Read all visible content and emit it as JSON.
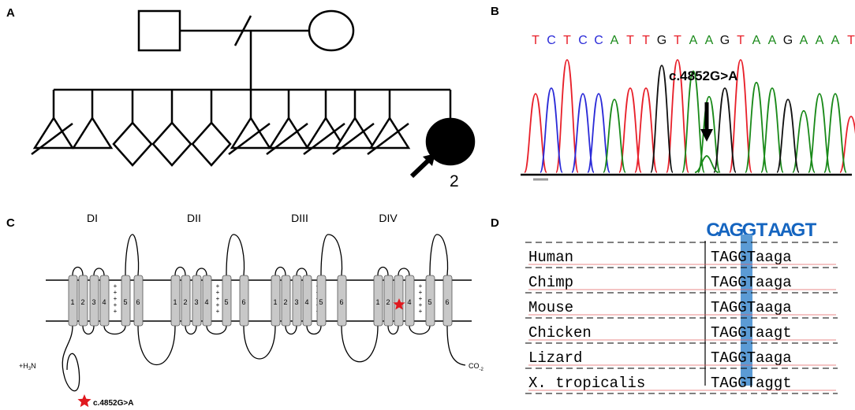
{
  "panels": {
    "a": "A",
    "b": "B",
    "c": "C",
    "d": "D"
  },
  "pedigree": {
    "proband_label": "2"
  },
  "sequencing": {
    "bases": [
      {
        "b": "T",
        "c": "#e8202a"
      },
      {
        "b": "C",
        "c": "#2b2bd8"
      },
      {
        "b": "T",
        "c": "#e8202a"
      },
      {
        "b": "C",
        "c": "#2b2bd8"
      },
      {
        "b": "C",
        "c": "#2b2bd8"
      },
      {
        "b": "A",
        "c": "#1a8a1a"
      },
      {
        "b": "T",
        "c": "#e8202a"
      },
      {
        "b": "T",
        "c": "#e8202a"
      },
      {
        "b": "G",
        "c": "#111111"
      },
      {
        "b": "T",
        "c": "#e8202a"
      },
      {
        "b": "A",
        "c": "#1a8a1a"
      },
      {
        "b": "A",
        "c": "#1a8a1a"
      },
      {
        "b": "G",
        "c": "#111111"
      },
      {
        "b": "T",
        "c": "#e8202a"
      },
      {
        "b": "A",
        "c": "#1a8a1a"
      },
      {
        "b": "A",
        "c": "#1a8a1a"
      },
      {
        "b": "G",
        "c": "#111111"
      },
      {
        "b": "A",
        "c": "#1a8a1a"
      },
      {
        "b": "A",
        "c": "#1a8a1a"
      },
      {
        "b": "A",
        "c": "#1a8a1a"
      },
      {
        "b": "T",
        "c": "#e8202a"
      }
    ],
    "mutation_label": "c.4852G>A"
  },
  "channel": {
    "domains": [
      "DI",
      "DII",
      "DIII",
      "DIV"
    ],
    "segments_d1": [
      "1",
      "2",
      "3",
      "4",
      "5",
      "6"
    ],
    "segments_d4": [
      "1",
      "2",
      "4",
      "5",
      "6"
    ],
    "n_term_prefix": "+H",
    "n_term_sub": "3",
    "n_term_suffix": "N",
    "c_term": "CO",
    "c_term_sub": "-2",
    "mutation_label": "c.4852G>A",
    "plus": "+"
  },
  "alignment": {
    "logo": "CAGGTAAGT",
    "species": [
      "Human",
      "Chimp",
      "Mouse",
      "Chicken",
      "Lizard",
      "X. tropicalis"
    ],
    "seqs": [
      {
        "pre": "TA",
        "hi": "G",
        "post": "GTaaga"
      },
      {
        "pre": "TA",
        "hi": "G",
        "post": "GTaaga"
      },
      {
        "pre": "TA",
        "hi": "G",
        "post": "GTaaga"
      },
      {
        "pre": "TA",
        "hi": "G",
        "post": "GTaagt"
      },
      {
        "pre": "TA",
        "hi": "G",
        "post": "GTaaga"
      },
      {
        "pre": "TA",
        "hi": "G",
        "post": "GTaggt"
      }
    ]
  }
}
